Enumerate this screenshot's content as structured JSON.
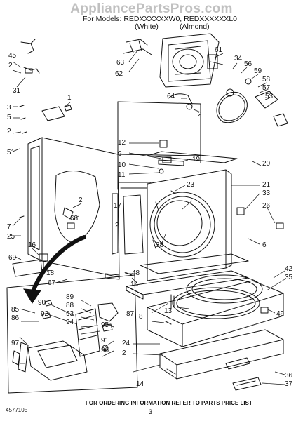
{
  "watermark": "AppliancePartsPros.com",
  "header": {
    "models_line": "For Models: REDXXXXXXW0, REDXXXXXXL0",
    "variant_white": "(White)",
    "variant_almond": "(Almond)"
  },
  "footer": {
    "doc_number": "4577105",
    "ordering_info": "FOR ORDERING INFORMATION REFER TO PARTS PRICE LIST",
    "page_number": "3"
  },
  "callouts": [
    "45",
    "2",
    "31",
    "63",
    "62",
    "61",
    "34",
    "56",
    "59",
    "58",
    "57",
    "53",
    "64",
    "2",
    "3",
    "1",
    "5",
    "2",
    "51",
    "12",
    "9",
    "10",
    "11",
    "19",
    "20",
    "21",
    "33",
    "23",
    "26",
    "7",
    "25",
    "2",
    "68",
    "17",
    "2",
    "38",
    "6",
    "16",
    "69",
    "18",
    "67",
    "48",
    "14",
    "42",
    "35",
    "85",
    "86",
    "90",
    "89",
    "88",
    "93",
    "94",
    "95",
    "92",
    "91",
    "96",
    "97",
    "87",
    "8",
    "13",
    "49",
    "24",
    "2",
    "14",
    "36",
    "37"
  ],
  "colors": {
    "line": "#111111",
    "watermark": "#8c8c8c",
    "paper": "#ffffff"
  }
}
